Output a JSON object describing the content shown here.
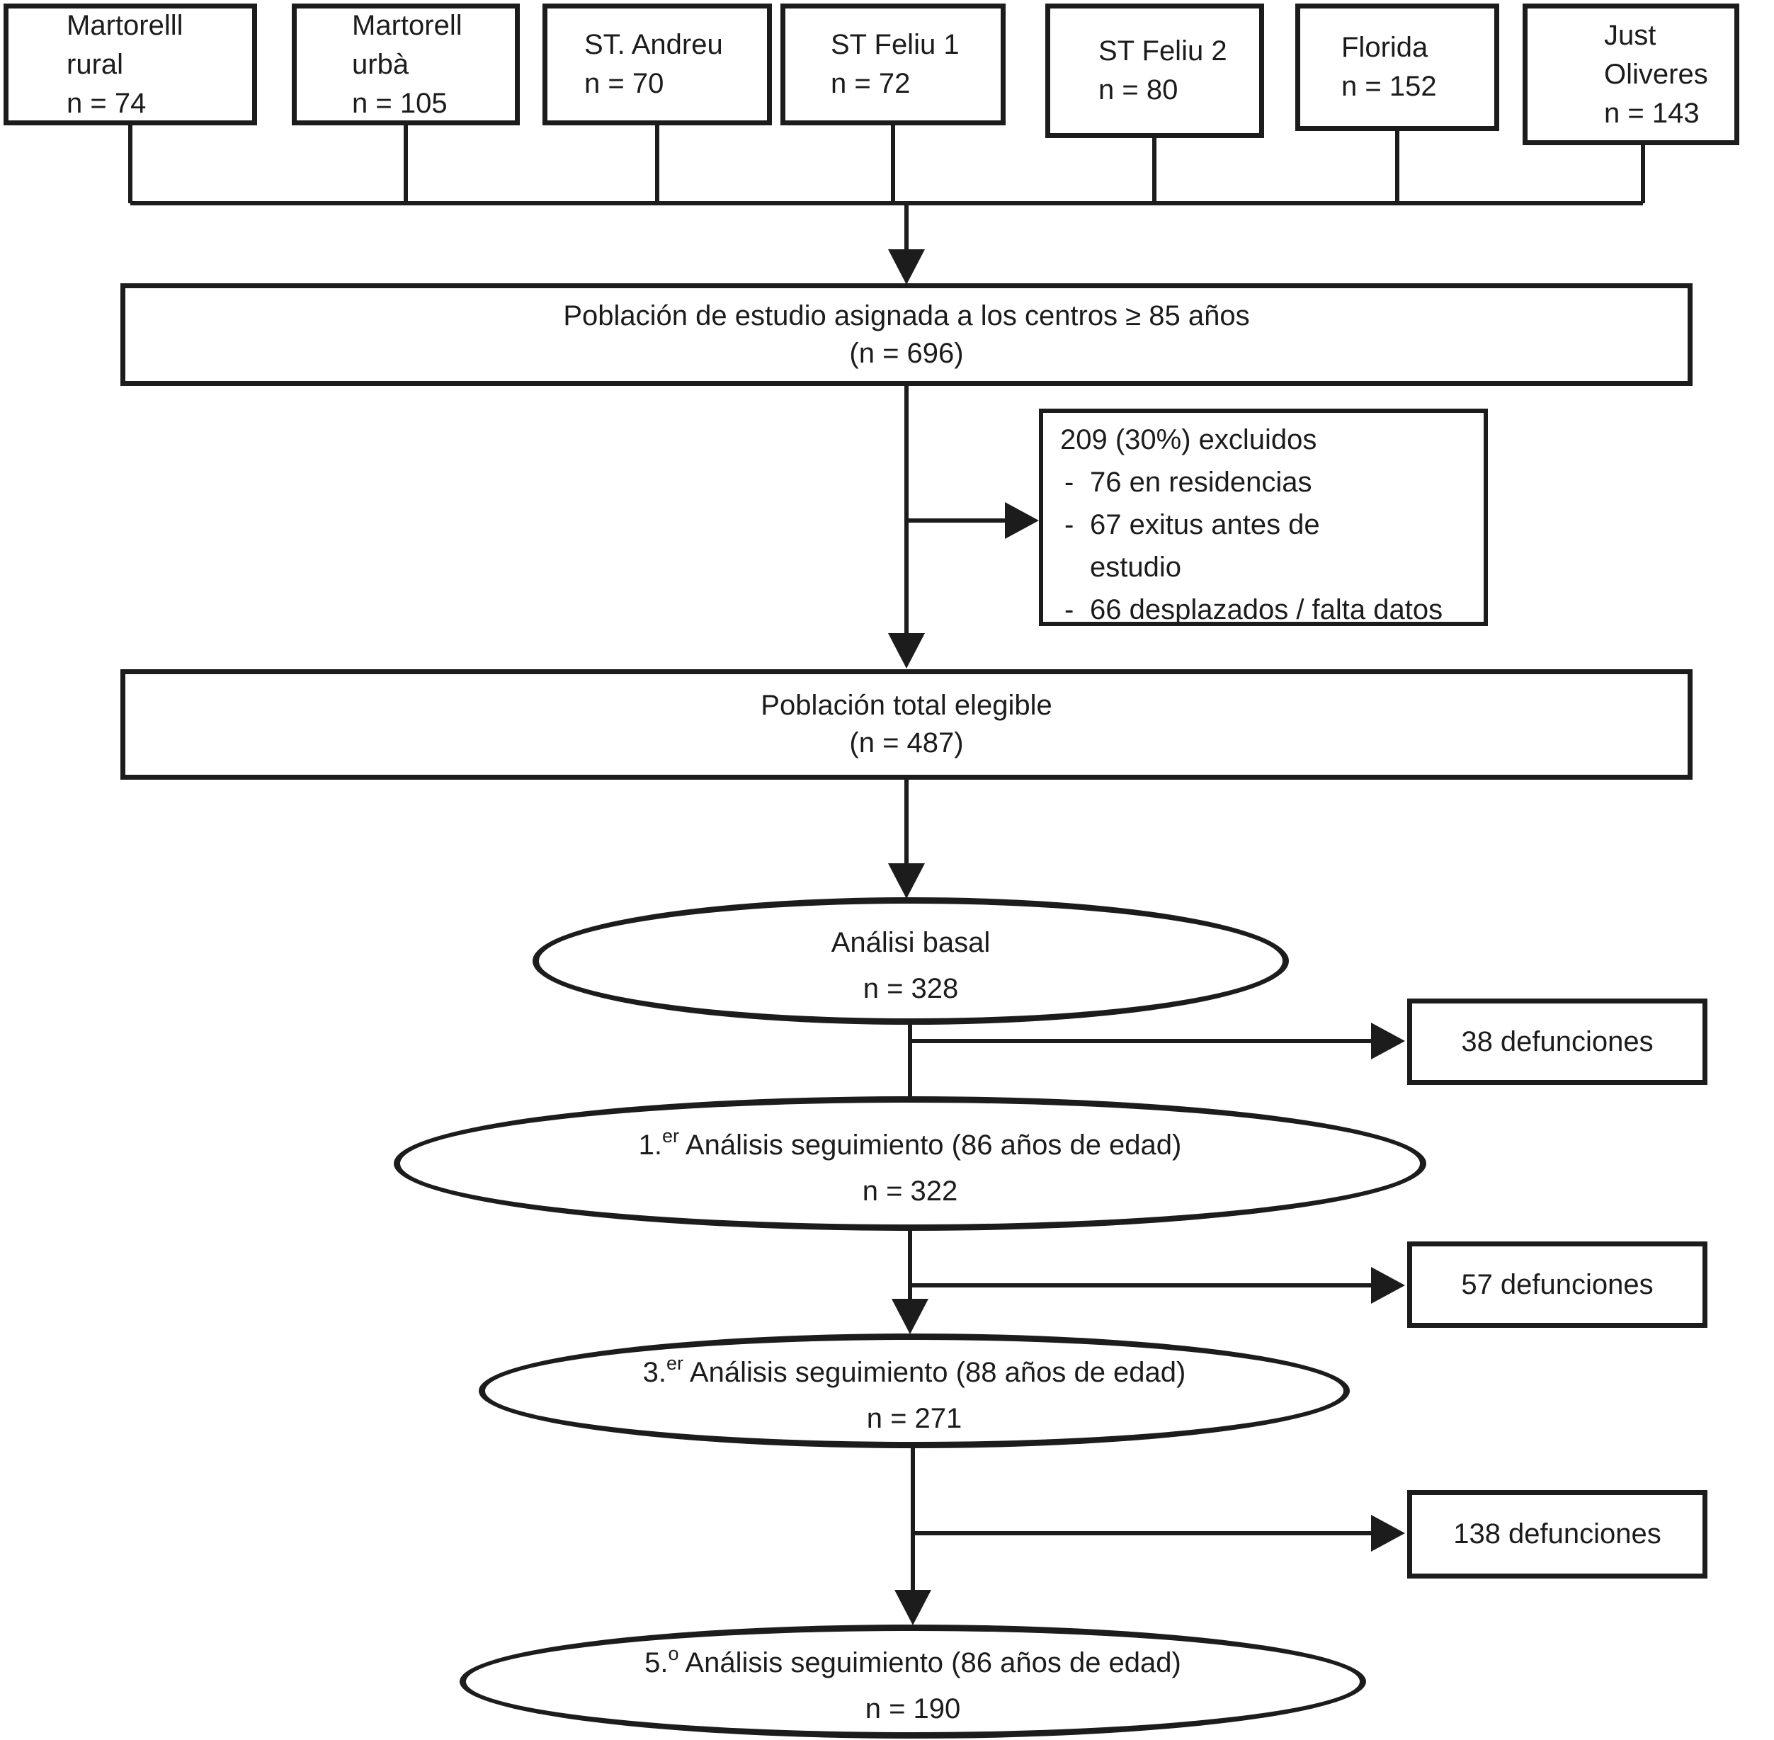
{
  "centers": [
    {
      "lines": [
        "Martorelll",
        "rural",
        "n = 74"
      ]
    },
    {
      "lines": [
        "Martorell",
        "urbà",
        "n = 105"
      ]
    },
    {
      "lines": [
        "ST. Andreu",
        "n = 70"
      ]
    },
    {
      "lines": [
        "ST Feliu 1",
        "n = 72"
      ]
    },
    {
      "lines": [
        "ST Feliu 2",
        "n = 80"
      ]
    },
    {
      "lines": [
        "Florida",
        "n = 152"
      ]
    },
    {
      "lines": [
        "Just",
        "Oliveres",
        "n = 143"
      ]
    }
  ],
  "population_box": {
    "line1": "Población de estudio asignada a los centros ≥ 85 años",
    "line2": "(n = 696)"
  },
  "excluded": {
    "title": "209 (30%) excluidos",
    "bullet": "-",
    "items": [
      "76 en residencias",
      "67 exitus antes de\nestudio",
      "66 desplazados / falta datos"
    ]
  },
  "eligible": {
    "line1": "Población total elegible",
    "line2": "(n = 487)"
  },
  "stages": [
    {
      "prefix": "",
      "sup": "",
      "title": "Análisi basal",
      "n": "n = 328"
    },
    {
      "prefix": "1.",
      "sup": "er",
      "title": " Análisis seguimiento (86 años de edad)",
      "n": "n = 322"
    },
    {
      "prefix": "3.",
      "sup": "er",
      "title": " Análisis seguimiento (88 años de edad)",
      "n": "n = 271"
    },
    {
      "prefix": "5.",
      "sup": "o",
      "title": " Análisis seguimiento (86 años de edad)",
      "n": "n = 190"
    }
  ],
  "deaths": [
    "38 defunciones",
    "57 defunciones",
    "138 defunciones"
  ]
}
